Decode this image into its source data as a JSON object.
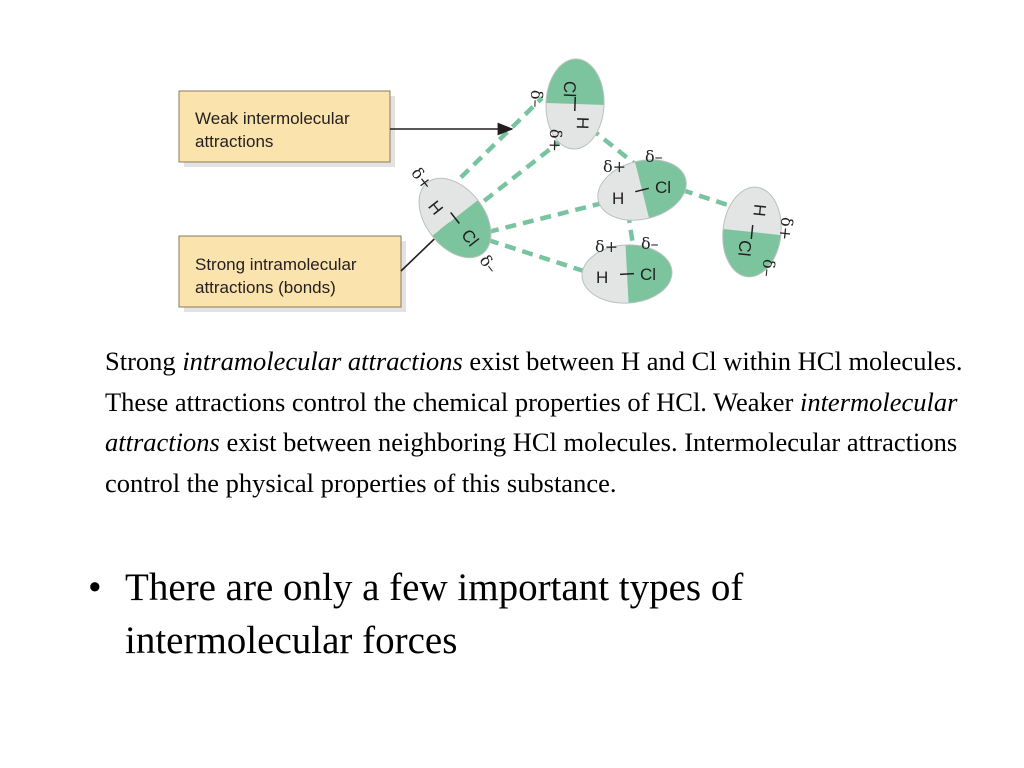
{
  "diagram": {
    "callouts": {
      "weak": [
        "Weak intermolecular",
        "attractions"
      ],
      "strong": [
        "Strong intramolecular",
        "attractions (bonds)"
      ]
    },
    "atoms": {
      "hydrogen": "H",
      "chlorine": "Cl"
    },
    "charges": {
      "positive": "δ+",
      "negative": "δ–"
    },
    "colors": {
      "chlorine_fill": "#7cc49e",
      "hydrogen_fill": "#e2e5e4",
      "dash_line": "#78c3a0",
      "callout_fill": "#fbe3ae"
    }
  },
  "caption": {
    "p1": "Strong ",
    "p2": "intramolecular attractions",
    "p3": " exist between H and Cl within HCl molecules. These attractions control the chemical properties of HCl. Weaker ",
    "p4": "intermolecular attractions",
    "p5": " exist between neighboring HCl molecules. Intermolecular attractions control the physical properties of this substance."
  },
  "bullet": {
    "marker": "•",
    "text": "There are only a few important types of intermolecular forces"
  }
}
